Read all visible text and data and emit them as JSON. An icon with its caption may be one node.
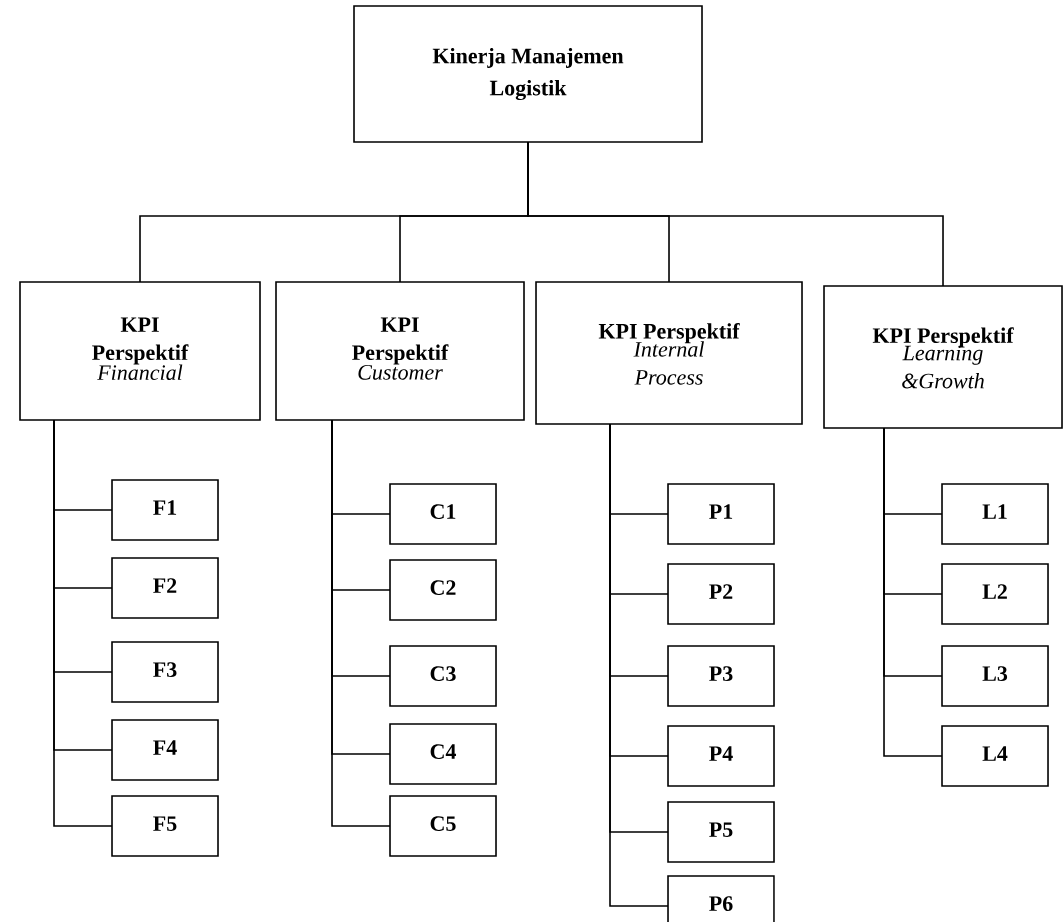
{
  "diagram": {
    "nodes": [
      {
        "text": [
          "Kinerja Manajemen Logistik"
        ]
      },
      {
        "text": [
          "KPI Perspektif",
          "Financial"
        ]
      },
      {
        "text": [
          "F1"
        ]
      },
      {
        "text": [
          "F2"
        ]
      },
      {
        "text": [
          "F3"
        ]
      },
      {
        "text": [
          "F4"
        ]
      },
      {
        "text": [
          "F5"
        ]
      },
      {
        "text": [
          "KPI Perspektif",
          "Customer"
        ]
      },
      {
        "text": [
          "C1"
        ]
      },
      {
        "text": [
          "C2"
        ]
      },
      {
        "text": [
          "C3"
        ]
      },
      {
        "text": [
          "C4"
        ]
      },
      {
        "text": [
          "C5"
        ]
      },
      {
        "text": [
          "KPI Perspektif",
          "Internal Process"
        ]
      },
      {
        "text": [
          "P1"
        ]
      },
      {
        "text": [
          "P2"
        ]
      },
      {
        "text": [
          "P3"
        ]
      },
      {
        "text": [
          "P4"
        ]
      },
      {
        "text": [
          "P5"
        ]
      },
      {
        "text": [
          "P6"
        ]
      },
      {
        "text": [
          "KPI Perspektif",
          "Learning &Growth"
        ]
      },
      {
        "text": [
          "L1"
        ]
      },
      {
        "text": [
          "L2"
        ]
      },
      {
        "text": [
          "L3"
        ]
      },
      {
        "text": [
          "L4"
        ]
      }
    ],
    "edges": [
      {
        "from": 0,
        "to": 1,
        "arrow": "none"
      },
      {
        "from": 0,
        "to": 7,
        "arrow": "none"
      },
      {
        "from": 0,
        "to": 13,
        "arrow": "none"
      },
      {
        "from": 0,
        "to": 20,
        "arrow": "none"
      },
      {
        "from": 1,
        "to": 2,
        "arrow": "none"
      },
      {
        "from": 1,
        "to": 3,
        "arrow": "none"
      },
      {
        "from": 1,
        "to": 4,
        "arrow": "none"
      },
      {
        "from": 1,
        "to": 5,
        "arrow": "none"
      },
      {
        "from": 1,
        "to": 6,
        "arrow": "none"
      },
      {
        "from": 7,
        "to": 8,
        "arrow": "none"
      },
      {
        "from": 7,
        "to": 9,
        "arrow": "none"
      },
      {
        "from": 7,
        "to": 10,
        "arrow": "none"
      },
      {
        "from": 7,
        "to": 11,
        "arrow": "none"
      },
      {
        "from": 7,
        "to": 12,
        "arrow": "none"
      },
      {
        "from": 13,
        "to": 14,
        "arrow": "none"
      },
      {
        "from": 13,
        "to": 15,
        "arrow": "none"
      },
      {
        "from": 13,
        "to": 16,
        "arrow": "none"
      },
      {
        "from": 13,
        "to": 17,
        "arrow": "none"
      },
      {
        "from": 13,
        "to": 18,
        "arrow": "none"
      },
      {
        "from": 13,
        "to": 19,
        "arrow": "none"
      },
      {
        "from": 20,
        "to": 21,
        "arrow": "none"
      },
      {
        "from": 20,
        "to": 22,
        "arrow": "none"
      },
      {
        "from": 20,
        "to": 23,
        "arrow": "none"
      },
      {
        "from": 20,
        "to": 24,
        "arrow": "none"
      }
    ]
  }
}
